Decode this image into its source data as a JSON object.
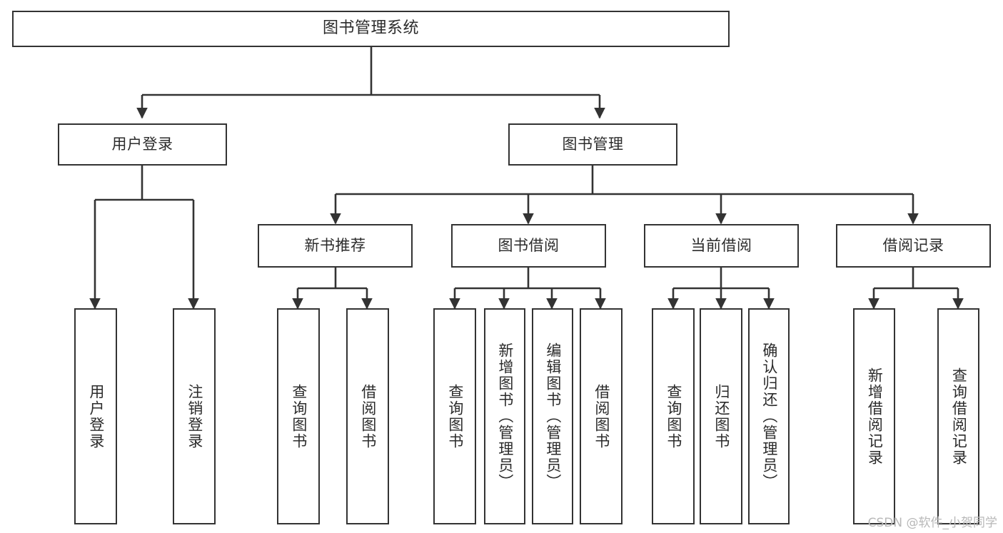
{
  "diagram": {
    "title": "图书管理系统",
    "watermark": "CSDN @软件_小贺同学",
    "colors": {
      "stroke": "#333333",
      "fill": "#ffffff",
      "text": "#2b2b2b",
      "watermark": "#b8b8b8"
    },
    "levels": {
      "root": {
        "label": "图书管理系统"
      },
      "level2": [
        {
          "label": "用户登录"
        },
        {
          "label": "图书管理"
        }
      ],
      "level3": [
        {
          "label": "新书推荐"
        },
        {
          "label": "图书借阅"
        },
        {
          "label": "当前借阅"
        },
        {
          "label": "借阅记录"
        }
      ],
      "leaves": [
        {
          "label": "用户登录",
          "parent": "用户登录"
        },
        {
          "label": "注销登录",
          "parent": "用户登录"
        },
        {
          "label": "查询图书",
          "parent": "新书推荐"
        },
        {
          "label": "借阅图书",
          "parent": "新书推荐"
        },
        {
          "label": "查询图书",
          "parent": "图书借阅"
        },
        {
          "label": "新增图书（管理员）",
          "parent": "图书借阅"
        },
        {
          "label": "编辑图书（管理员）",
          "parent": "图书借阅"
        },
        {
          "label": "借阅图书",
          "parent": "图书借阅"
        },
        {
          "label": "查询图书",
          "parent": "当前借阅"
        },
        {
          "label": "归还图书",
          "parent": "当前借阅"
        },
        {
          "label": "确认归还（管理员）",
          "parent": "当前借阅"
        },
        {
          "label": "新增借阅记录",
          "parent": "借阅记录"
        },
        {
          "label": "查询借阅记录",
          "parent": "借阅记录"
        }
      ]
    }
  }
}
